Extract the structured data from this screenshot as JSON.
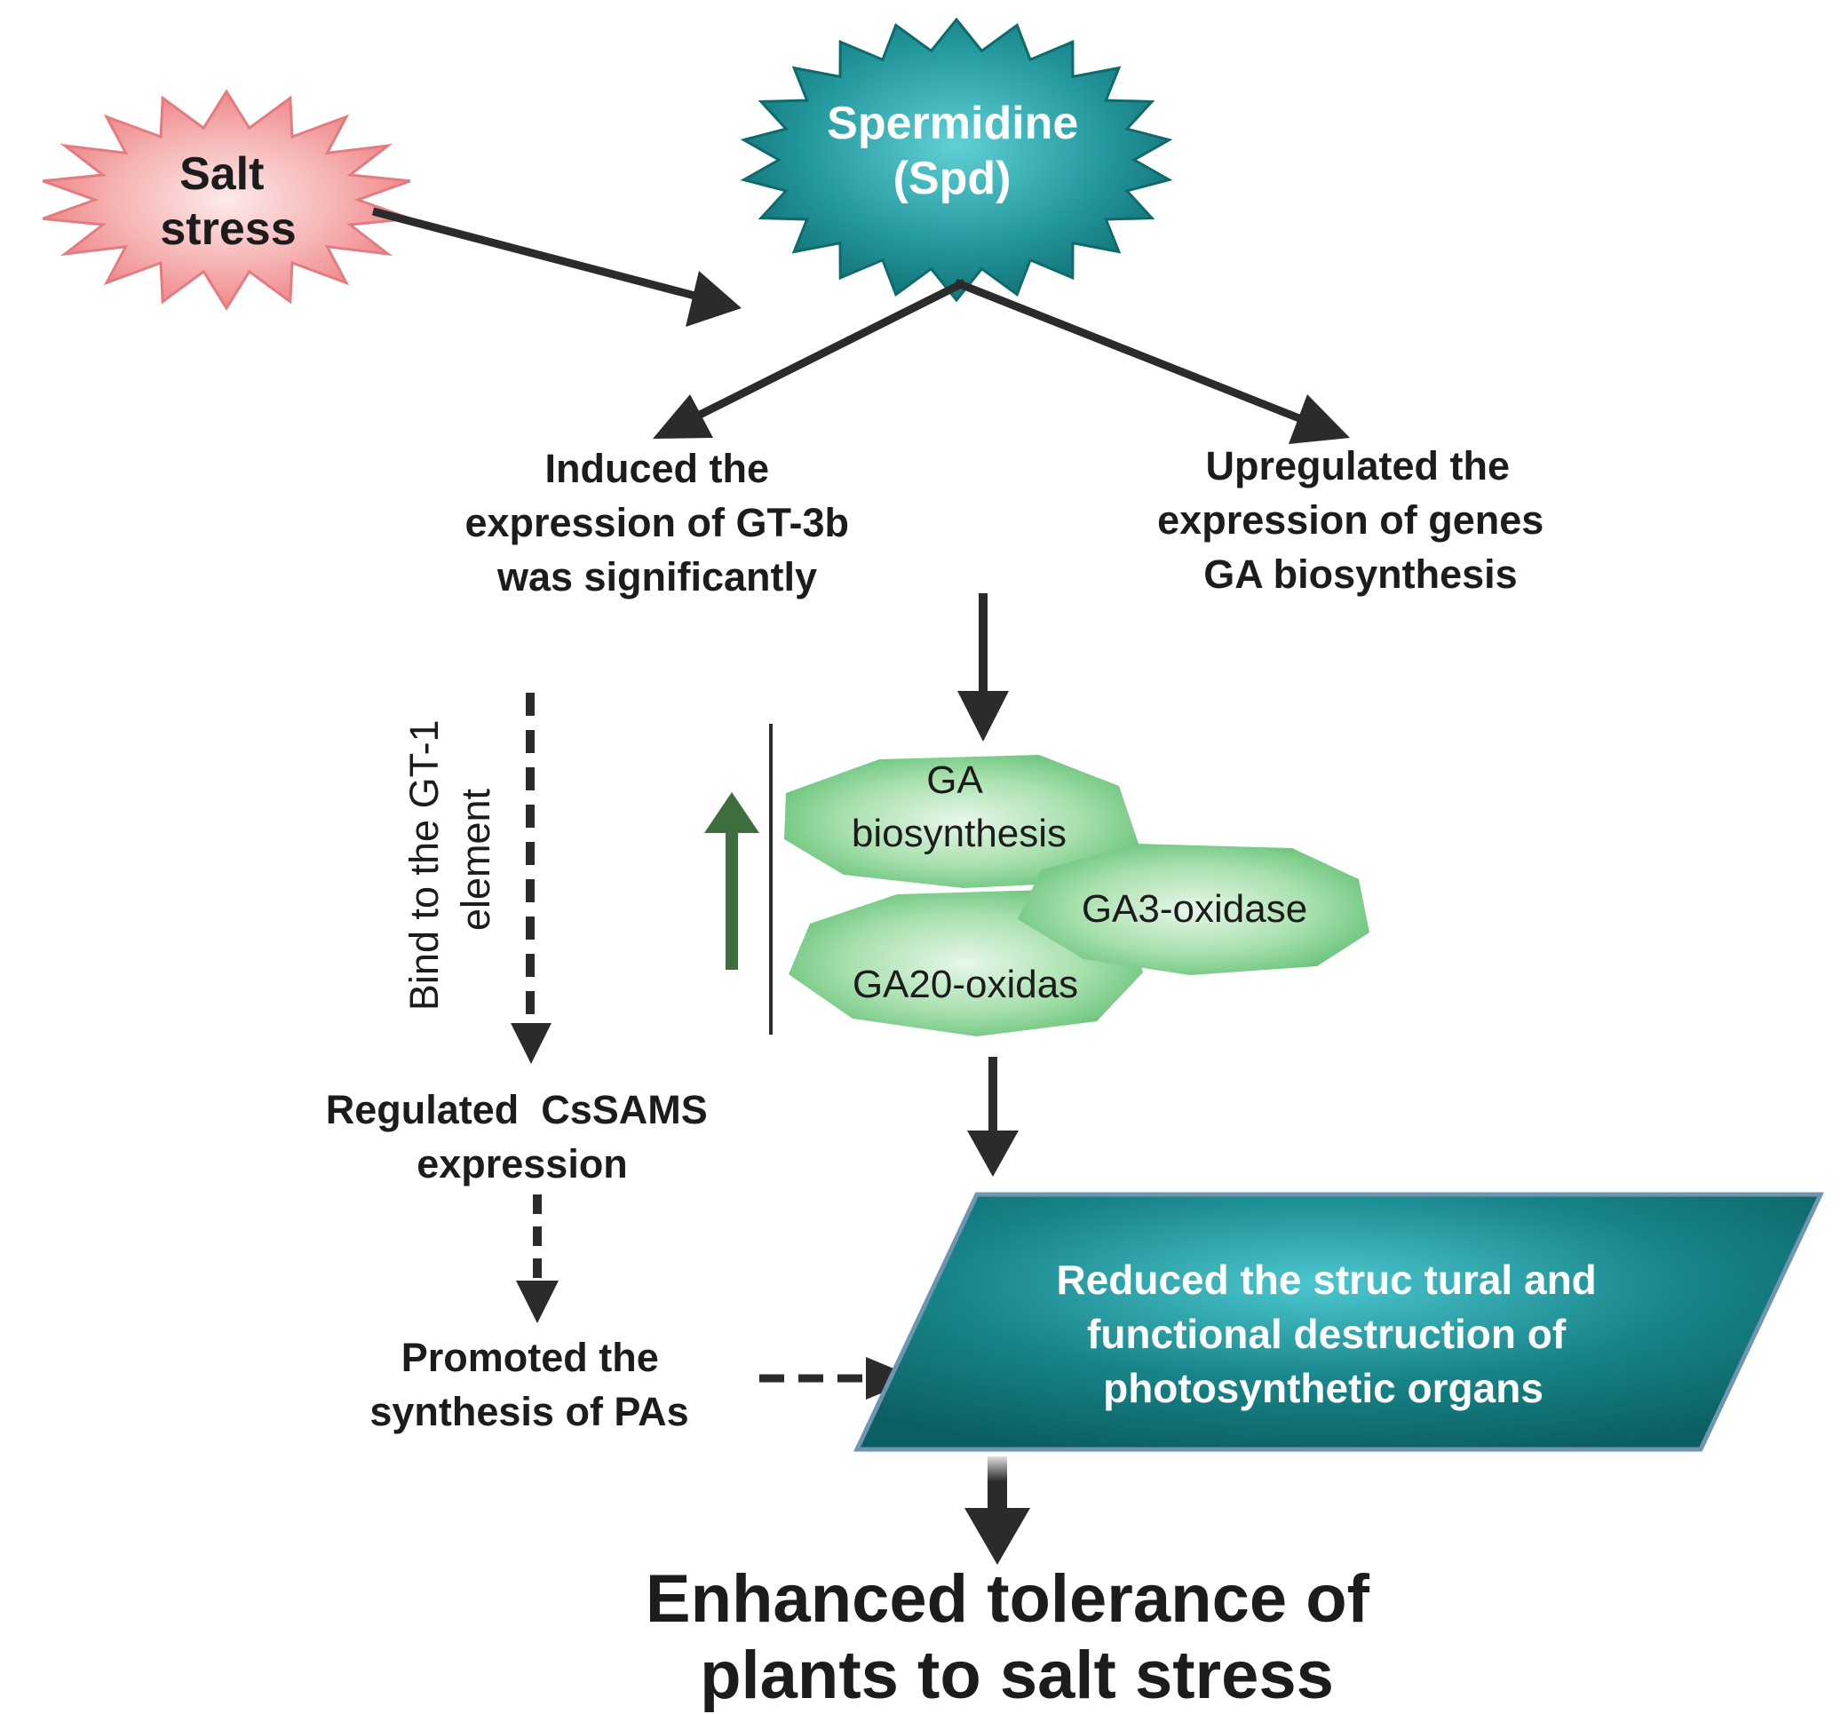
{
  "nodes": {
    "salt_stress": [
      "Salt",
      "stress"
    ],
    "spermidine": [
      "Spermidine",
      "(Spd)"
    ],
    "induced": [
      "Induced the",
      "expression of GT-3b",
      "was significantly"
    ],
    "upregulated": [
      "Upregulated the",
      "expression of genes",
      "GA biosynthesis"
    ],
    "bind_gt1": [
      "Bind to the GT-1",
      "element"
    ],
    "ga_biosynthesis": [
      "GA",
      "biosynthesis"
    ],
    "ga3_oxidase": "GA3-oxidase",
    "ga20_oxidas": "GA20-oxidas",
    "regulated": [
      "Regulated  CsSAMS",
      "expression"
    ],
    "promoted": [
      "Promoted the",
      "synthesis of PAs"
    ],
    "reduced": [
      "Reduced the struc tural and",
      "functional destruction of",
      "photosynthetic organs"
    ],
    "enhanced": [
      "Enhanced tolerance of",
      "plants to salt stress"
    ]
  },
  "colors": {
    "salt_burst": "#f28d8d",
    "spermidine_burst": "#1f8a8e",
    "enzyme_green": "#7fcf8e",
    "teal_box": "#127a7d",
    "arrow": "#2b2b2b",
    "up_arrow": "#3e6e3d"
  }
}
